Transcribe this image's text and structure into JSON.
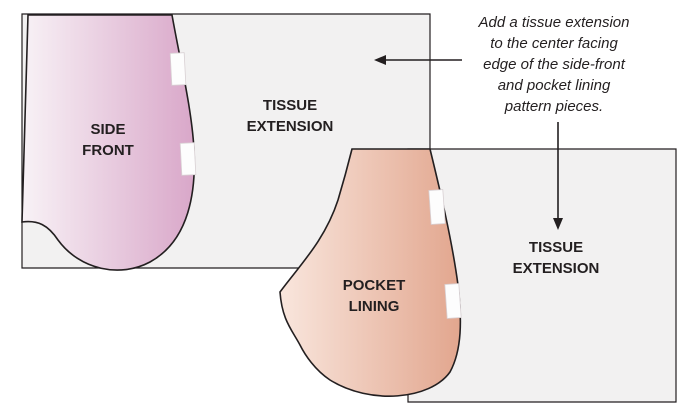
{
  "diagram": {
    "note_lines": [
      "Add a tissue extension",
      "to the center facing",
      "edge of the side-front",
      "and pocket lining",
      "pattern pieces."
    ],
    "piece1": {
      "label_line1": "SIDE",
      "label_line2": "FRONT"
    },
    "extension1": {
      "label_line1": "TISSUE",
      "label_line2": "EXTENSION"
    },
    "piece2": {
      "label_line1": "POCKET",
      "label_line2": "LINING"
    },
    "extension2": {
      "label_line1": "TISSUE",
      "label_line2": "EXTENSION"
    },
    "colors": {
      "tissue_fill": "#f2f1f1",
      "outline": "#231f20",
      "side_front_light": "#f8f2f6",
      "side_front_dark": "#d9a7c9",
      "pocket_light": "#f9e6dd",
      "pocket_dark": "#e2a68e",
      "tape": "#fdfdfd"
    }
  }
}
